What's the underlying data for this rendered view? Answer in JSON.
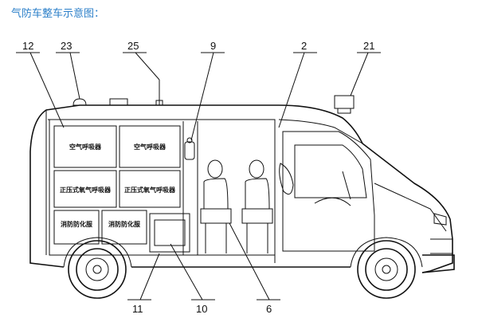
{
  "caption": "气防车整车示意图：",
  "callouts": {
    "c12": "12",
    "c23": "23",
    "c25": "25",
    "c9": "9",
    "c2": "2",
    "c21": "21",
    "c11": "11",
    "c10": "10",
    "c6": "6"
  },
  "compartments": {
    "air_breather_1": "空气呼吸器",
    "air_breather_2": "空气呼吸器",
    "positive_pressure_1": "正压式氧气呼吸器",
    "positive_pressure_2": "正压式氧气呼吸器",
    "suit_1": "消防防化服",
    "suit_2": "消防防化服"
  },
  "colors": {
    "caption": "#2b7fc9",
    "line": "#111111"
  }
}
